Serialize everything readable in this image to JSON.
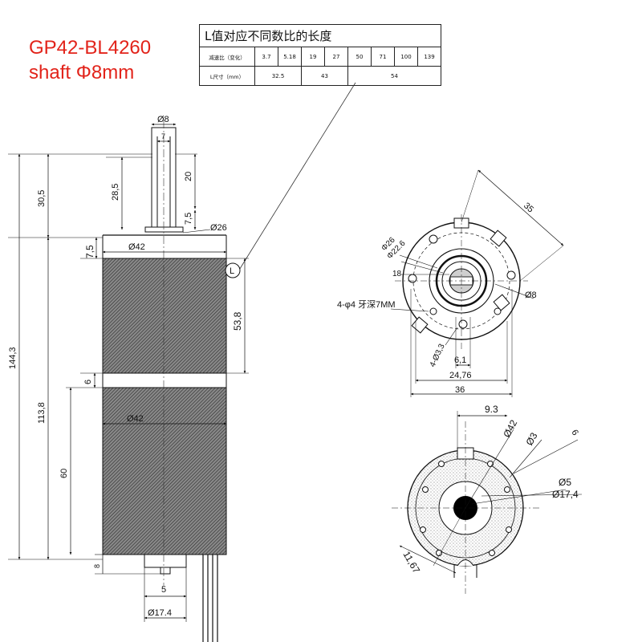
{
  "title": {
    "model": "GP42-BL4260",
    "shaft": "shaft Φ8mm"
  },
  "l_table": {
    "caption": "L值对应不同数比的长度",
    "ratio_header": "减速比（变化）",
    "ratios": [
      "3.7",
      "5.18",
      "19",
      "27",
      "50",
      "71",
      "100",
      "139"
    ],
    "length_header": "L尺寸（mm）",
    "lengths": [
      "32.5",
      "43",
      "54"
    ]
  },
  "side_view": {
    "shaft_dia": "Ø8",
    "key_width": "7",
    "key_length": "20",
    "shaft_length": "28,5",
    "shaft_total": "30,5",
    "shoulder": "7,5",
    "pilot_dia": "Ø26",
    "flange_height": "7,5",
    "gearbox_dia": "Ø42",
    "l_marker": "L",
    "gear_body": "53,8",
    "gap": "6",
    "motor_length": "113,8",
    "total_length": "144,3",
    "motor_dia": "Ø42",
    "motor_body": "60",
    "rear": "8",
    "rear_width": "5",
    "rear_dia": "Ø17.4"
  },
  "front_view": {
    "pcd": "35",
    "pilot_dia": "Φ26",
    "inner_dia": "Φ22.6",
    "slot": "18",
    "shaft_dia": "Ø8",
    "tapped_holes": "4-φ4 牙深7MM",
    "small_holes": "4-Ø3,3",
    "flat": "6,1",
    "span": "24,76",
    "width": "36"
  },
  "rear_view": {
    "offset": "9.3",
    "outer_dia": "Ø42",
    "hole_dia": "Ø3",
    "notch": "6",
    "hub_dia": "Ø5",
    "boss_dia": "Ø17,4",
    "pcd_radius": "11,67"
  }
}
